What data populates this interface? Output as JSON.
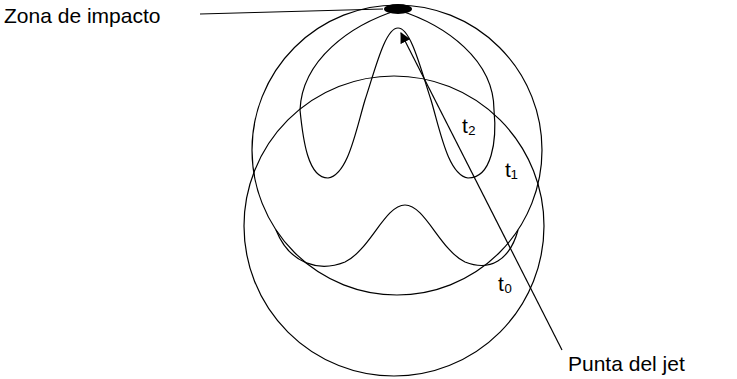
{
  "diagram": {
    "labels": [
      "Zona de impacto",
      "t₂",
      "t₁",
      "t₀",
      "Punta del jet"
    ]
  }
}
